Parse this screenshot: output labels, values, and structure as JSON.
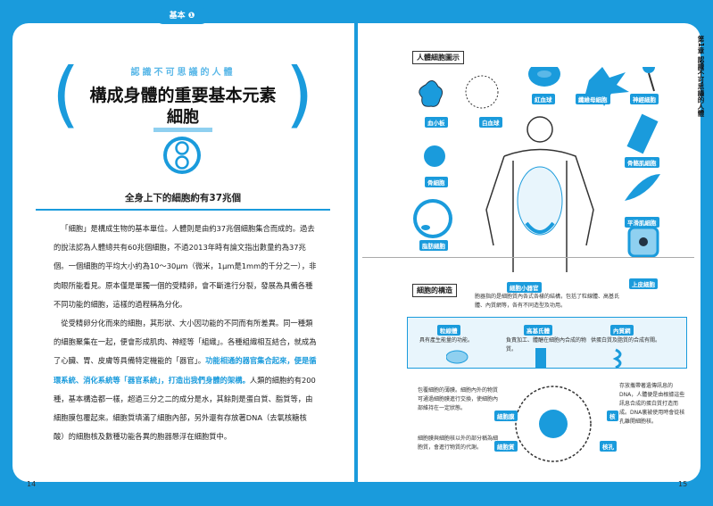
{
  "left": {
    "badge": "基本 ❶",
    "subtitle": "認識不可思議的人體",
    "title": "構成身體的重要基本元素",
    "title_word": "細胞",
    "section_heading": "全身上下的細胞約有37兆個",
    "paragraphs": [
      "「細胞」是構成生物的基本單位。人體則是由約37兆個細胞集合而成的。過去的說法認為人體總共有60兆個細胞，不過2013年時有論文指出數量約為37兆個。一個細胞的平均大小約為10～30μm（微米，1μm是1mm的千分之一），非肉眼所能看見。原本僅是單獨一個的受精卵，會不斷進行分裂，發展為具備各種不同功能的細胞，這樣的過程稱為分化。",
      "從受精卵分化而來的細胞，其形狀、大小因功能的不同而有所差異。同一種類的細胞聚集在一起，便會形成肌肉、神經等「組織」。各種組織相互結合，就成為了心臟、胃、皮膚等具備特定機能的「器官」。"
    ],
    "highlight": "功能相通的器官集合起來，便是循環系統、消化系統等「器官系統」，打造出我們身體的架構。",
    "paragraph_tail": "人類的細胞約有200種，基本構造都一樣，超過三分之二的成分是水，其餘則是蛋白質、脂質等，由細胞膜包覆起來。細胞質填滿了細胞內部，另外還有存放著DNA（去氧核糖核酸）的細胞核及數種功能各異的胞器懸浮在細胞質中。",
    "page_number": "14"
  },
  "right": {
    "chapter_vertical": "第1章 認識不可思議的人體",
    "diagram1_title": "人體細胞圖示",
    "cell_labels": [
      "血小板",
      "白血球",
      "紅血球",
      "纖維母細胞",
      "神經細胞",
      "骨細胞",
      "骨骼肌細胞",
      "平滑肌細胞",
      "脂肪細胞",
      "上皮細胞"
    ],
    "diagram2_title": "細胞的構造",
    "organelle_title": "細胞小器官",
    "organelle_desc": "胞器指的是細胞質內各式各樣的結構，包括了粒線體、高基氏體、內質網等，各有不同造型及功用。",
    "organelles": [
      {
        "name": "粒線體",
        "desc": "具有產生能量的功能。"
      },
      {
        "name": "高基氏體",
        "desc": "負責加工、體醣在細胞內合成的物質。"
      },
      {
        "name": "內質網",
        "desc": "供蛋白質及脂質的合成有關。"
      }
    ],
    "membrane_desc": "包覆細胞的薄膜。細胞內外的物質可通過細胞膜進行交換，使細胞內部維持在一定狀態。",
    "cytoplasm_desc": "細胞膜與細胞核以外的部分稱為細胞質，會進行物質的代謝。",
    "nucleus_desc": "存放攜帶著遺傳訊息的DNA，人體便是由根據這些訊息合成的蛋白質打造而成。DNA裏被使用時會從核孔離開細胞核。",
    "structure_labels": [
      "細胞膜",
      "細胞質",
      "核",
      "核孔"
    ],
    "page_number": "15"
  },
  "colors": {
    "accent": "#1a9bdc",
    "light_accent": "#8fd0f0"
  }
}
